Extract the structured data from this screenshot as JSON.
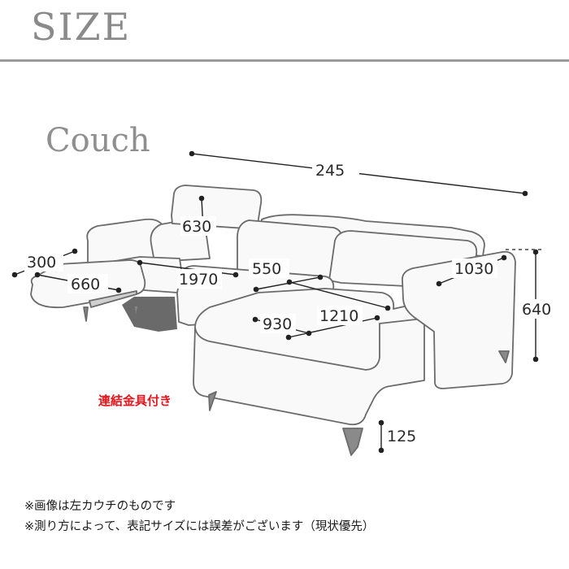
{
  "header": {
    "title": "SIZE"
  },
  "product": {
    "name": "Couch"
  },
  "dimensions": {
    "total_width": "245",
    "back_height": "630",
    "ottoman_depth": "300",
    "footrest_length": "660",
    "recliner_extension": "1970",
    "back_to_seat": "550",
    "arm_depth": "1030",
    "total_height": "640",
    "seat_depth": "1210",
    "chaise_width": "930",
    "leg_height": "125"
  },
  "badge": {
    "text": "連結金具付き",
    "color": "#e8141b"
  },
  "notes": [
    "※画像は左カウチのものです",
    "※測り方によって、表記サイズには誤差がございます（現状優先）"
  ]
}
